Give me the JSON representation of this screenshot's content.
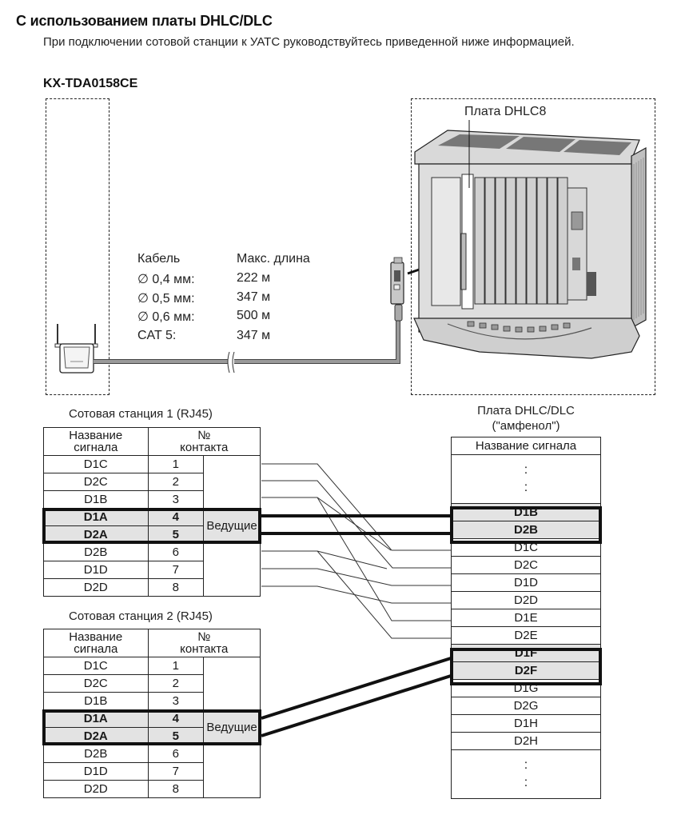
{
  "header": {
    "title": "С использованием платы DHLC/DLC",
    "subtitle": "При подключении сотовой станции к УАТС руководствуйтесь приведенной ниже информацией.",
    "model": "KX-TDA0158CE"
  },
  "diagram": {
    "board_label": "Плата DHLC8",
    "cable_table": {
      "header_cable": "Кабель",
      "header_length": "Макс. длина",
      "rows": [
        {
          "cable": "∅ 0,4 мм:",
          "length": "222 м"
        },
        {
          "cable": "∅ 0,5 мм:",
          "length": "347 м"
        },
        {
          "cable": "∅ 0,6 мм:",
          "length": "500 м"
        },
        {
          "cable": "CAT 5:",
          "length": "347 м"
        }
      ]
    },
    "colors": {
      "cable": "#9a9a9a",
      "highlight": "#e3e3e3",
      "line": "#111111"
    }
  },
  "stations": [
    {
      "caption": "Сотовая станция 1 (RJ45)",
      "header_signal": "Название сигнала",
      "header_signal_l1": "Название",
      "header_signal_l2": "сигнала",
      "header_pin_l1": "№",
      "header_pin_l2": "контакта",
      "master_label": "Ведущие",
      "rows": [
        {
          "signal": "D1C",
          "pin": "1"
        },
        {
          "signal": "D2C",
          "pin": "2"
        },
        {
          "signal": "D1B",
          "pin": "3"
        },
        {
          "signal": "D1A",
          "pin": "4"
        },
        {
          "signal": "D2A",
          "pin": "5"
        },
        {
          "signal": "D2B",
          "pin": "6"
        },
        {
          "signal": "D1D",
          "pin": "7"
        },
        {
          "signal": "D2D",
          "pin": "8"
        }
      ]
    },
    {
      "caption": "Сотовая станция 2 (RJ45)",
      "header_signal_l1": "Название",
      "header_signal_l2": "сигнала",
      "header_pin_l1": "№",
      "header_pin_l2": "контакта",
      "master_label": "Ведущие",
      "rows": [
        {
          "signal": "D1C",
          "pin": "1"
        },
        {
          "signal": "D2C",
          "pin": "2"
        },
        {
          "signal": "D1B",
          "pin": "3"
        },
        {
          "signal": "D1A",
          "pin": "4"
        },
        {
          "signal": "D2A",
          "pin": "5"
        },
        {
          "signal": "D2B",
          "pin": "6"
        },
        {
          "signal": "D1D",
          "pin": "7"
        },
        {
          "signal": "D2D",
          "pin": "8"
        }
      ]
    }
  ],
  "amphenol": {
    "caption_l1": "Плата DHLC/DLC",
    "caption_l2": "(\"амфенол\")",
    "header": "Название сигнала",
    "ellipsis": ":",
    "rows": [
      "D1B",
      "D2B",
      "D1C",
      "D2C",
      "D1D",
      "D2D",
      "D1E",
      "D2E",
      "D1F",
      "D2F",
      "D1G",
      "D2G",
      "D1H",
      "D2H"
    ],
    "master_rows": [
      "D1B",
      "D2B",
      "D1F",
      "D2F"
    ]
  }
}
